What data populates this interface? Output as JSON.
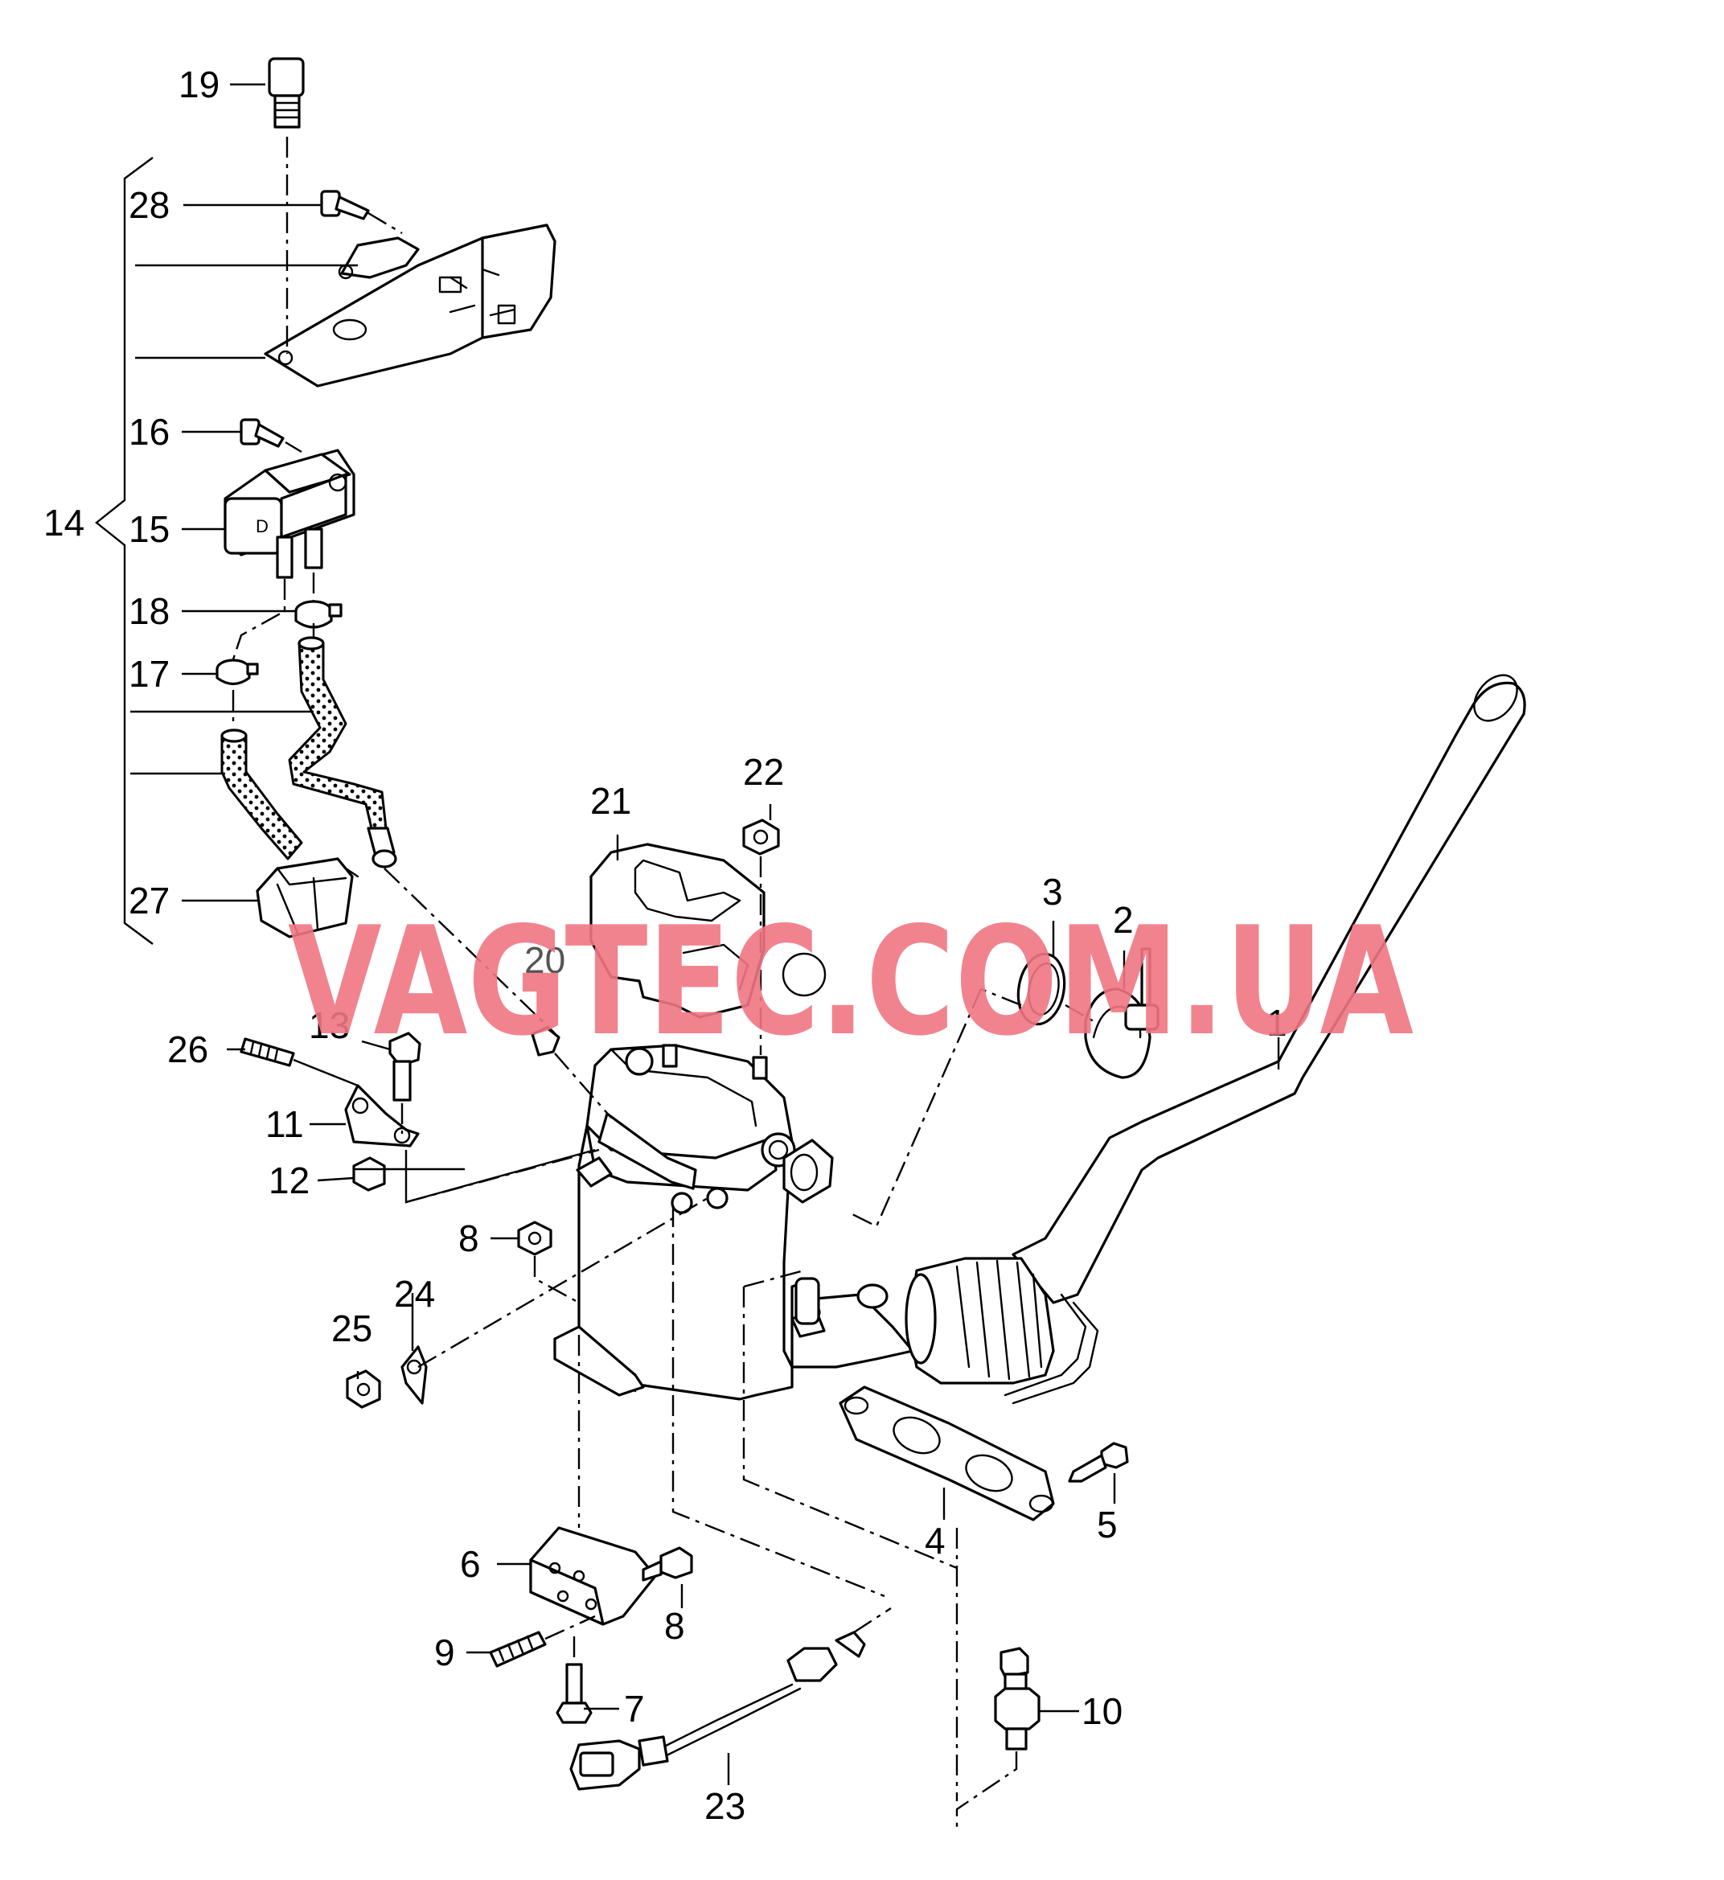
{
  "watermark": "VAGTEC.COM.UA",
  "callouts": {
    "c1": "1",
    "c2": "2",
    "c3": "3",
    "c4": "4",
    "c5": "5",
    "c6": "6",
    "c7": "7",
    "c8a": "8",
    "c8b": "8",
    "c9": "9",
    "c10": "10",
    "c11": "11",
    "c12": "12",
    "c13": "13",
    "c14": "14",
    "c15": "15",
    "c16": "16",
    "c17": "17",
    "c18": "18",
    "c19": "19",
    "c20": "20",
    "c21": "21",
    "c22": "22",
    "c23": "23",
    "c24": "24",
    "c25": "25",
    "c26": "26",
    "c27": "27",
    "c28": "28"
  },
  "colors": {
    "line": "#000000",
    "watermark": "#f07683",
    "background": "#ffffff"
  }
}
